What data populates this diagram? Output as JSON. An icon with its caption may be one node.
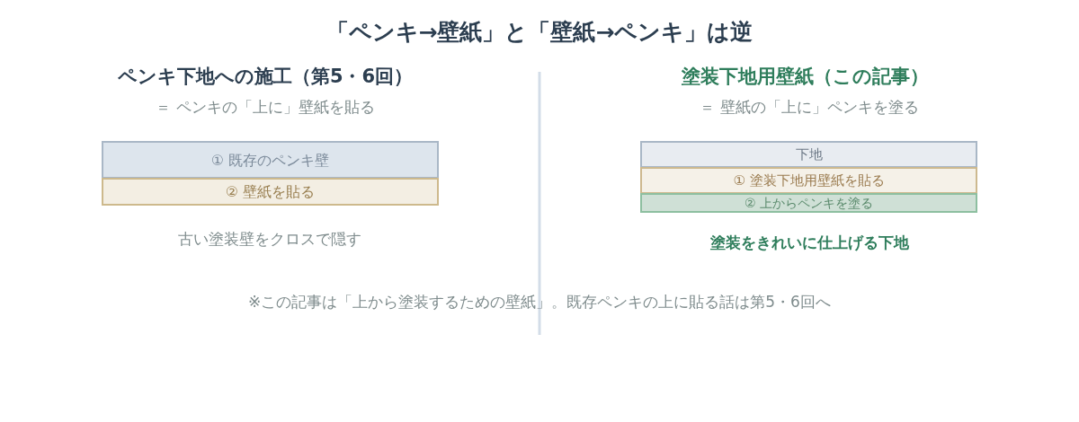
{
  "diagram": {
    "title": "「ペンキ→壁紙」と「壁紙→ペンキ」は逆",
    "nodes": [
      {
        "text": [
          "① 既存のペンキ壁"
        ]
      },
      {
        "text": [
          "② 壁紙を貼る"
        ]
      },
      {
        "text": [
          "下地"
        ]
      },
      {
        "text": [
          "① 塗装下地用壁紙を貼る"
        ]
      },
      {
        "text": [
          "② 上からペンキを塗る"
        ]
      }
    ],
    "labels": [
      "ペンキ下地への施工（第5・6回）",
      "＝ ペンキの「上に」壁紙を貼る",
      "古い塗装壁をクロスで隠す",
      "塗装下地用壁紙（この記事）",
      "＝ 壁紙の「上に」ペンキを塗る",
      "塗装をきれいに仕上げる下地",
      "※この記事は「上から塗装するための壁紙」。既存ペンキの上に貼る話は第5・6回へ"
    ]
  }
}
